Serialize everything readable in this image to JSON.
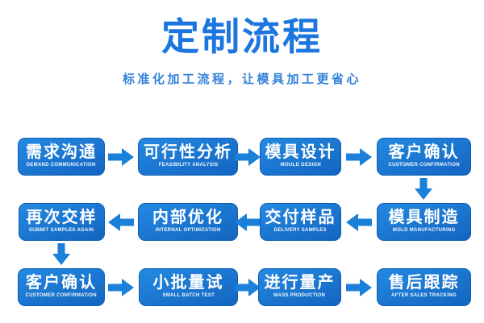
{
  "header": {
    "title": "定制流程",
    "subtitle": "标准化加工流程，让模具加工更省心"
  },
  "colors": {
    "title": "#1b76e0",
    "subtitle": "#3181d9",
    "box_gradient_start": "#2489e2",
    "box_gradient_end": "#1365c0",
    "box_border": "#0e5db4",
    "arrow": "#1b80d9",
    "background": "#ffffff",
    "step_text": "#ffffff"
  },
  "flow": {
    "steps": [
      {
        "zh": "需求沟通",
        "en": "DEMAND COMMUNICATION"
      },
      {
        "zh": "可行性分析",
        "en": "FEASIBILITY ANALYSIS"
      },
      {
        "zh": "模具设计",
        "en": "MOULD DESIGN"
      },
      {
        "zh": "客户确认",
        "en": "CUSTOMER CONFIRMATION"
      },
      {
        "zh": "模具制造",
        "en": "MOLD MANUFACTURING"
      },
      {
        "zh": "交付样品",
        "en": "DELIVERY SAMPLES"
      },
      {
        "zh": "内部优化",
        "en": "INTERNAL OPTIMIZATION"
      },
      {
        "zh": "再次交样",
        "en": "SUBMIT SAMPLES AGAIN"
      },
      {
        "zh": "客户确认",
        "en": "CUSTOMER CONFIRMATION"
      },
      {
        "zh": "小批量试",
        "en": "SMALL BATCH TEST"
      },
      {
        "zh": "进行量产",
        "en": "MASS PRODUCTION"
      },
      {
        "zh": "售后跟踪",
        "en": "AFTER SALES TRACKING"
      }
    ]
  }
}
